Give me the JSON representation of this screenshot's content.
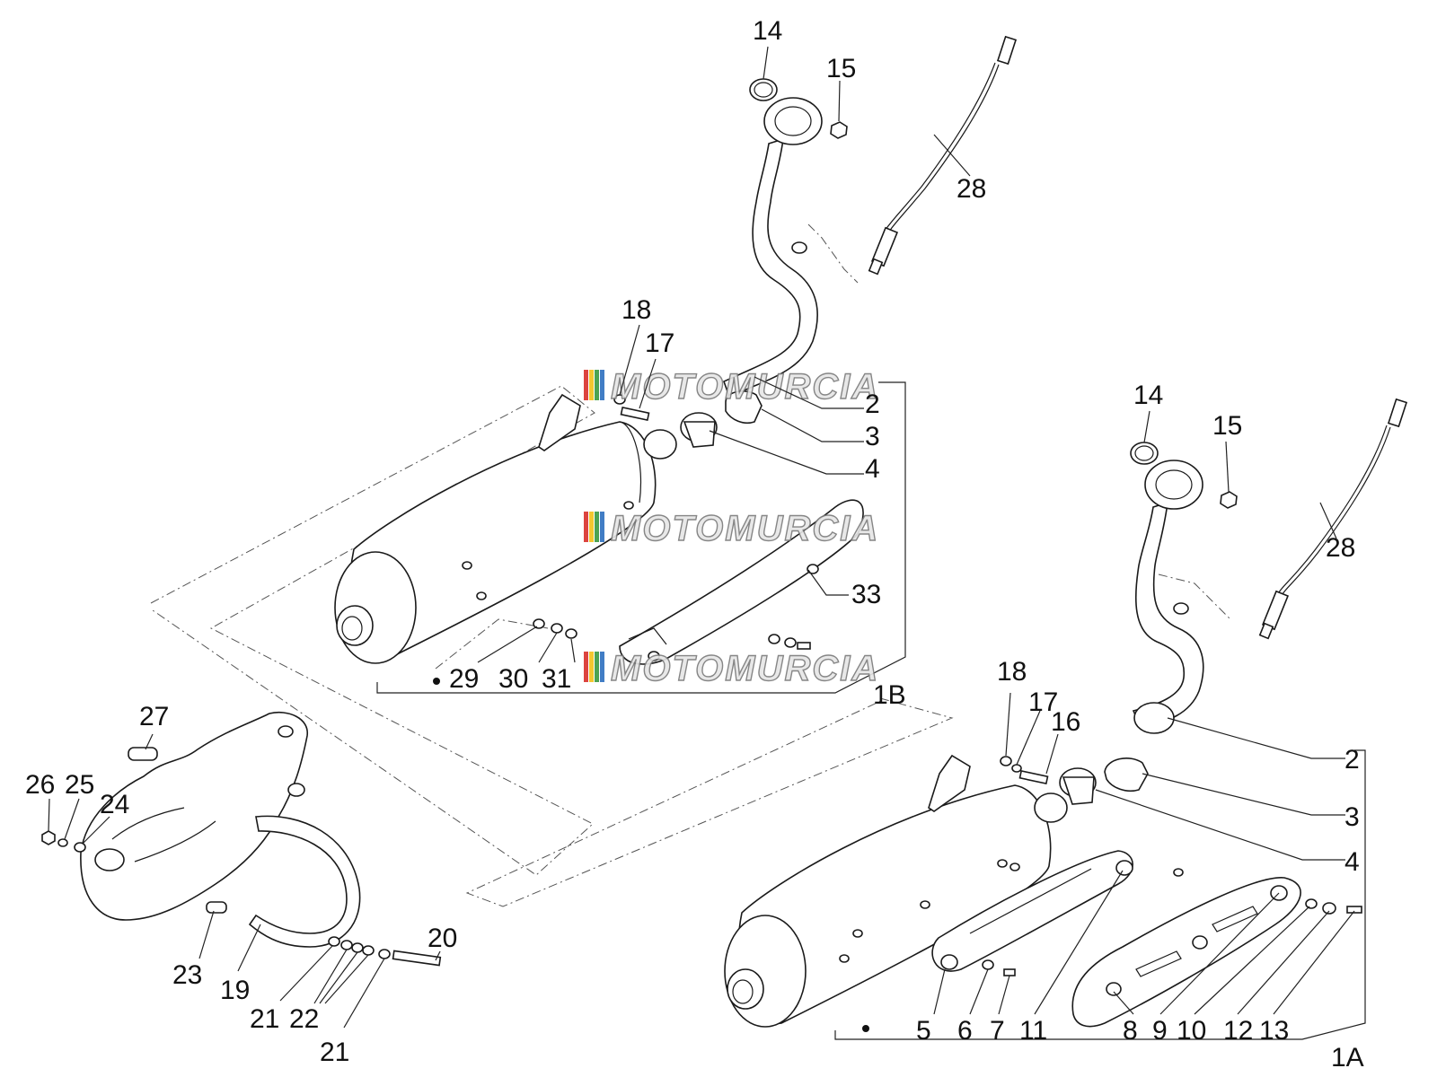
{
  "diagram": {
    "watermark": {
      "text": "MOTOMURCIA",
      "stripe_colors": [
        "#d9302b",
        "#f2c21a",
        "#3a9a3f",
        "#2d6fbf"
      ]
    },
    "assembly_labels": {
      "upper_set": "1B",
      "lower_set": "1A"
    },
    "callouts": {
      "c14a": "14",
      "c15a": "15",
      "c28a": "28",
      "c18a": "18",
      "c17a": "17",
      "c2a": "2",
      "c3a": "3",
      "c4a": "4",
      "c33": "33",
      "c29": "29",
      "c30": "30",
      "c31": "31",
      "c14b": "14",
      "c15b": "15",
      "c28b": "28",
      "c18b": "18",
      "c17b": "17",
      "c16": "16",
      "c2b": "2",
      "c3b": "3",
      "c4b": "4",
      "c5": "5",
      "c6": "6",
      "c7": "7",
      "c11": "11",
      "c8": "8",
      "c9": "9",
      "c10": "10",
      "c12": "12",
      "c13": "13",
      "c27": "27",
      "c26": "26",
      "c25": "25",
      "c24": "24",
      "c23": "23",
      "c19": "19",
      "c20": "20",
      "c21a": "21",
      "c22": "22",
      "c21b": "21"
    }
  }
}
